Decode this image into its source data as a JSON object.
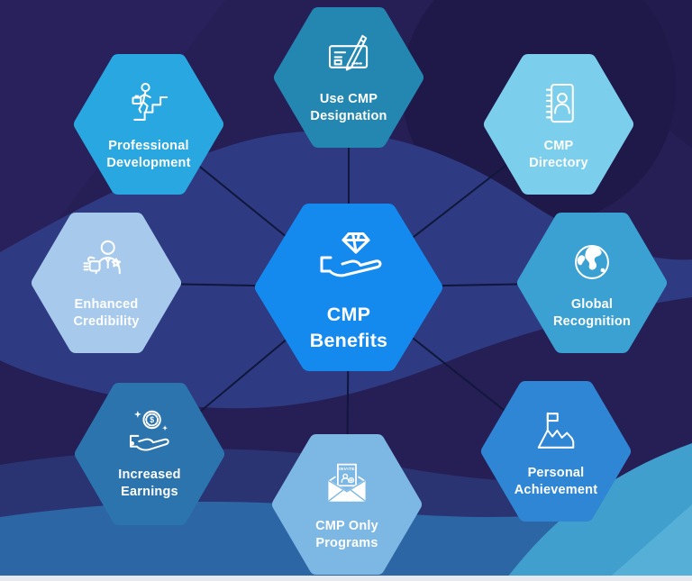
{
  "title": "CMP Benefits",
  "center": {
    "id": "cmp-benefits",
    "label": "CMP\nBenefits",
    "icon": "hand-diamond-icon",
    "color": "#1489ee"
  },
  "nodes": [
    {
      "id": "professional-development",
      "label": "Professional\nDevelopment",
      "icon": "career-stairs-icon",
      "color": "#29a7e0",
      "position": "top-left"
    },
    {
      "id": "use-cmp-designation",
      "label": "Use CMP\nDesignation",
      "icon": "certificate-pencil-icon",
      "color": "#2387b2",
      "position": "top"
    },
    {
      "id": "cmp-directory",
      "label": "CMP\nDirectory",
      "icon": "address-book-icon",
      "color": "#7ccfec",
      "position": "top-right"
    },
    {
      "id": "enhanced-credibility",
      "label": "Enhanced\nCredibility",
      "icon": "credibility-person-icon",
      "color": "#a6c9ec",
      "position": "left"
    },
    {
      "id": "global-recognition",
      "label": "Global\nRecognition",
      "icon": "globe-icon",
      "color": "#3ba0d2",
      "position": "right"
    },
    {
      "id": "increased-earnings",
      "label": "Increased\nEarnings",
      "icon": "coin-hand-icon",
      "color": "#2b74ae",
      "position": "bottom-left"
    },
    {
      "id": "cmp-only-programs",
      "label": "CMP Only\nPrograms",
      "icon": "invite-envelope-icon",
      "color": "#7db7e4",
      "position": "bottom"
    },
    {
      "id": "personal-achievement",
      "label": "Personal\nAchievement",
      "icon": "flag-mountain-icon",
      "color": "#2f86d4",
      "position": "bottom-right"
    }
  ],
  "icon_text": {
    "invite": "INVITE",
    "coin_symbol": "$"
  },
  "colors": {
    "background": "#261f55",
    "dark_circle": "#1f1949",
    "wave_royal": "#2e3a82",
    "wave_royal_dark": "#2a3472",
    "wave_steel": "#2d66a5",
    "wave_teal": "#409fcc",
    "wave_teal_light": "#58b0d8",
    "bottom_strip": "#e6e9f0",
    "connector": "#10173b",
    "text": "#ffffff"
  }
}
